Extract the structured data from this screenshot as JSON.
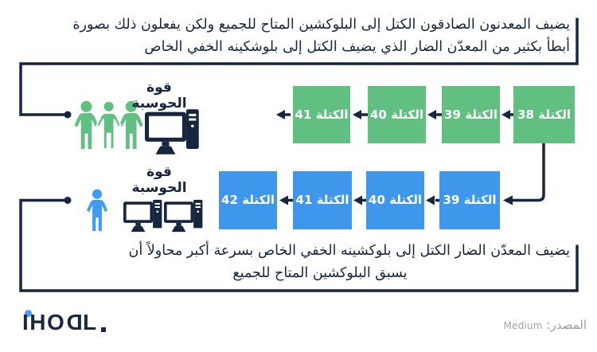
{
  "top_note": {
    "line1": "يضيف المعدنون الصادقون الكتل إلى البلوكشين المتاح للجميع ولكن يفعلون ذلك بصورة",
    "line2": "أبطأ بكثير من المعدّن الضار الذي يضيف الكتل إلى بلوشكينه الخفي الخاص"
  },
  "bottom_note": {
    "line1": "يضيف المعدّن الضار الكتل إلى بلوكشينه الخفي الخاص بسرعة أكبر محاولاً أن",
    "line2": "يسبق البلوكشين المتاح للجميع"
  },
  "honest_chain": {
    "computing_power_label": "قوة الحوسبة",
    "blocks": [
      {
        "label": "الكتلة 38"
      },
      {
        "label": "الكتلة 39"
      },
      {
        "label": "الكتلة 40"
      },
      {
        "label": "الكتلة 41"
      }
    ]
  },
  "attacker_chain": {
    "computing_power_label": "قوة الحوسبة",
    "blocks": [
      {
        "label": "الكتلة 39"
      },
      {
        "label": "الكتلة 40"
      },
      {
        "label": "الكتلة 41"
      },
      {
        "label": "الكتلة 42"
      }
    ]
  },
  "footer": {
    "logo": {
      "part_iho": "IHO",
      "part_d": "D",
      "part_l": "L"
    },
    "source_label": "المصدر:",
    "source_value": "Medium"
  },
  "icons": {
    "honest_miners": "group-of-three-people-icon",
    "attacker": "single-person-icon",
    "computer": "desktop-computer-icon",
    "arrows": "left-arrow-icon"
  },
  "colors": {
    "honest_green": "#61bf82",
    "attacker_blue": "#3e97ea",
    "person_blue": "#3e9cf5",
    "navy": "#16263e",
    "logo_dot_blue": "#4aa0f5",
    "source_gray": "#9aa0a6"
  }
}
